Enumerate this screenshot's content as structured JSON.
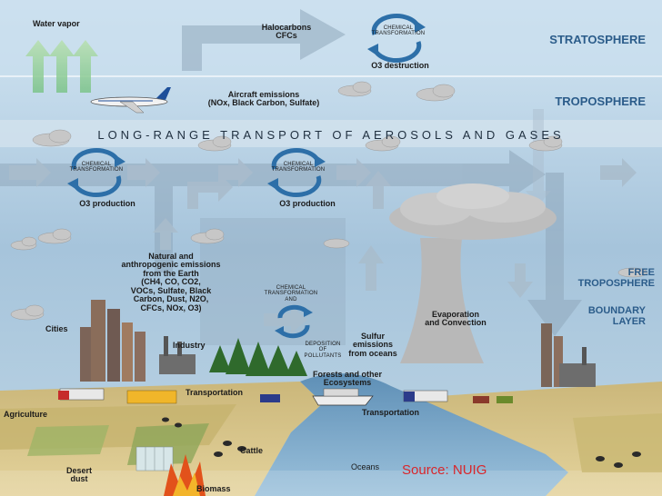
{
  "labels": {
    "water_vapor": "Water vapor",
    "halocarbons": "Halocarbons\nCFCs",
    "chem_transform_top": "CHEMICAL\nTRANSFORMATION",
    "o3_destruction": "O3 destruction",
    "stratosphere": "STRATOSPHERE",
    "aircraft": "Aircraft emissions\n(NOx, Black Carbon, Sulfate)",
    "troposphere": "TROPOSPHERE",
    "long_range": "LONG-RANGE TRANSPORT OF AEROSOLS AND GASES",
    "chem_transform_left": "CHEMICAL\nTRANSFORMATION",
    "o3_production_left": "O3 production",
    "chem_transform_mid": "CHEMICAL\nTRANSFORMATION",
    "o3_production_mid": "O3 production",
    "natural_emissions": "Natural and\nanthropogenic emissions\nfrom the Earth\n(CH4, CO, CO2,\nVOCs, Sulfate, Black\nCarbon, Dust, N2O,\nCFCs, NOx, O3)",
    "chem_transform_low": "CHEMICAL\nTRANSFORMATION\nAND",
    "free_troposphere": "FREE\nTROPOSPHERE",
    "boundary_layer": "BOUNDARY\nLAYER",
    "evaporation": "Evaporation\nand Convection",
    "sulfur": "Sulfur\nemissions\nfrom oceans",
    "deposition": "DEPOSITION\nOF\nPOLLUTANTS",
    "cities": "Cities",
    "industry": "Industry",
    "forests": "Forests and other\nEcosystems",
    "transportation_left": "Transportation",
    "transportation_right": "Transportation",
    "agriculture": "Agriculture",
    "cattle": "Cattle",
    "desert_dust": "Desert\ndust",
    "biomass": "Biomass",
    "oceans": "Oceans",
    "source": "Source: NUIG"
  },
  "colors": {
    "stratosphere_sky": "#c7dded",
    "troposphere_sky": "#a9c7dd",
    "arrow": "#7f98ad",
    "recycle": "#2d6fa8",
    "ocean": "#6f9fc1",
    "land": "#d9c58c",
    "field_green": "#8ea65a",
    "source_text": "#d8262b"
  }
}
